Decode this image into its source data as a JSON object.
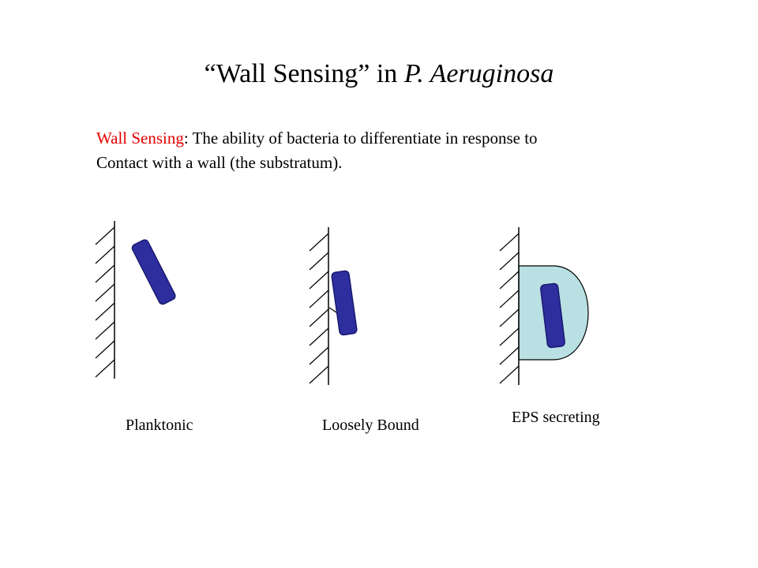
{
  "title": {
    "prefix": "“Wall Sensing” in ",
    "species": "P. Aeruginosa"
  },
  "definition": {
    "term": "Wall Sensing",
    "colon": ": ",
    "line1_rest": "The ability of bacteria to differentiate in response to",
    "line2": "Contact with a wall (the substratum)."
  },
  "stages": [
    {
      "label": "Planktonic"
    },
    {
      "label": "Loosely Bound"
    },
    {
      "label": "EPS secreting"
    }
  ],
  "colors": {
    "bacterium_fill": "#2e2e9e",
    "bacterium_stroke": "#1a1a70",
    "eps_fill": "#b9e0e3",
    "term_color": "#e60000"
  }
}
